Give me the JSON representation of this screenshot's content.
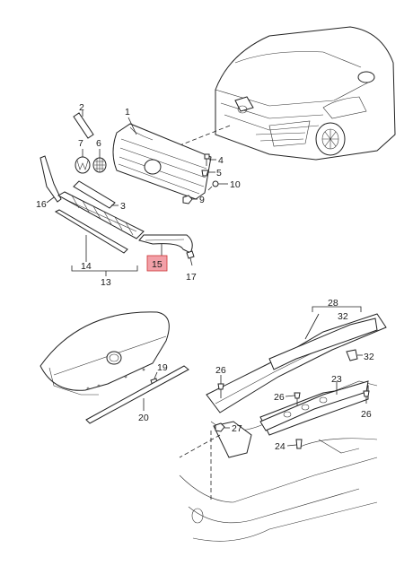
{
  "diagram": {
    "callouts": {
      "c1": "1",
      "c2": "2",
      "c3": "3",
      "c4": "4",
      "c5": "5",
      "c6": "6",
      "c7": "7",
      "c9": "9",
      "c10": "10",
      "c13": "13",
      "c14": "14",
      "c15": "15",
      "c16": "16",
      "c17": "17",
      "c19": "19",
      "c20": "20",
      "c23": "23",
      "c24": "24",
      "c26a": "26",
      "c26b": "26",
      "c26c": "26",
      "c27": "27",
      "c28": "28",
      "c32a": "32",
      "c32b": "32"
    },
    "highlighted_callout": "15",
    "highlight_color": "#f2a0a8"
  }
}
